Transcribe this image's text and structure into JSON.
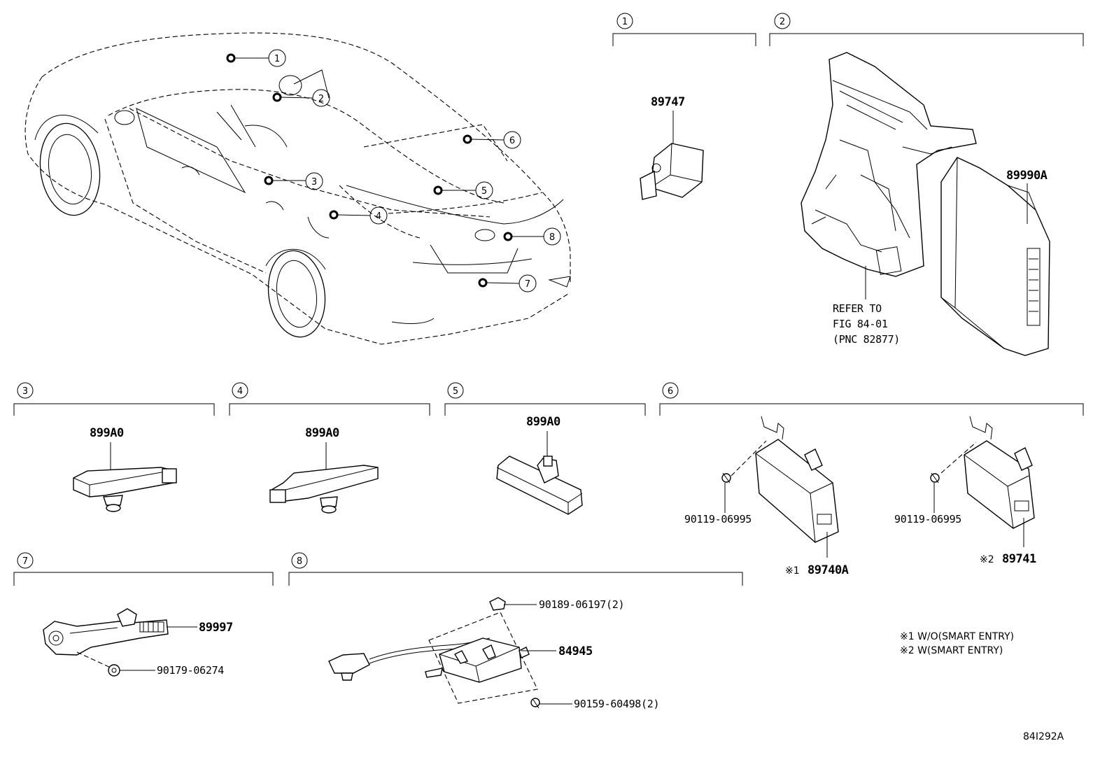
{
  "diagram_id": "84I292A",
  "callouts": [
    "1",
    "2",
    "3",
    "4",
    "5",
    "6",
    "7",
    "8"
  ],
  "sections": {
    "s1": {
      "num": "1",
      "parts": [
        "89747"
      ]
    },
    "s2": {
      "num": "2",
      "parts": [
        "89990A"
      ],
      "refer": [
        "REFER TO",
        "FIG 84-01",
        "(PNC 82877)"
      ]
    },
    "s3": {
      "num": "3",
      "parts": [
        "899A0"
      ]
    },
    "s4": {
      "num": "4",
      "parts": [
        "899A0"
      ]
    },
    "s5": {
      "num": "5",
      "parts": [
        "899A0"
      ]
    },
    "s6": {
      "num": "6",
      "parts": [
        "90119-06995",
        "89740A",
        "90119-06995",
        "89741"
      ],
      "marks": [
        "※1",
        "※2"
      ]
    },
    "s7": {
      "num": "7",
      "parts": [
        "89997",
        "90179-06274"
      ]
    },
    "s8": {
      "num": "8",
      "parts": [
        "90189-06197(2)",
        "84945",
        "90159-60498(2)"
      ]
    }
  },
  "notes": [
    "※1 W/O(SMART ENTRY)",
    "※2 W(SMART ENTRY)"
  ]
}
